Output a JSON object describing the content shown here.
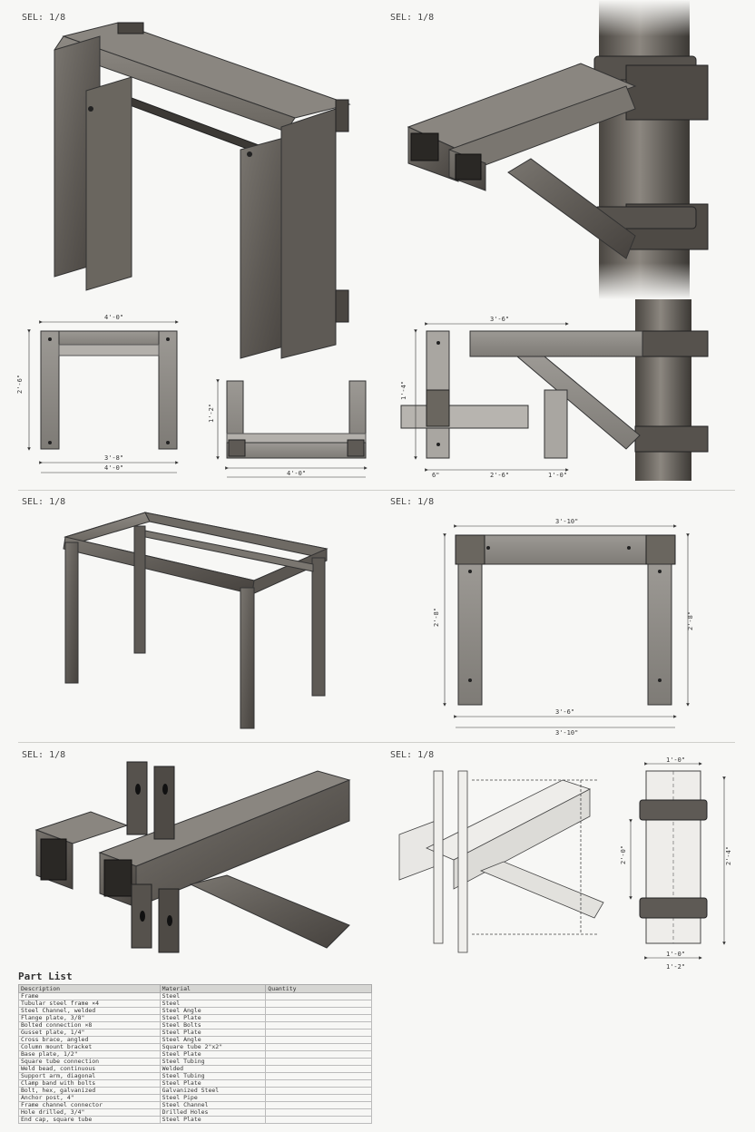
{
  "sheets": [
    {
      "id": "s1",
      "label": "SEL: 1/8"
    },
    {
      "id": "s2",
      "label": "SEL: 1/8"
    },
    {
      "id": "s3",
      "label": "SEL: 1/8"
    },
    {
      "id": "s4",
      "label": "SEL: 1/8"
    },
    {
      "id": "s5",
      "label": "SEL: 1/8"
    },
    {
      "id": "s6",
      "label": "SEL: 1/8"
    }
  ],
  "dims": {
    "s1_top": "4'-0\"",
    "s1_left": "2'-6\"",
    "s1_bottom_a": "3'-8\"",
    "s1_bottom_b": "4'-0\"",
    "s1_side_h": "1'-2\"",
    "s1_side_bottom": "4'-0\"",
    "s2_top": "3'-6\"",
    "s2_left": "1'-4\"",
    "s2_bottom_a": "6\"",
    "s2_bottom_b": "2'-6\"",
    "s2_bottom_c": "1'-0\"",
    "s4_top": "3'-10\"",
    "s4_left": "2'-8\"",
    "s4_right": "2'-8\"",
    "s4_bottom_a": "3'-6\"",
    "s4_bottom_b": "3'-10\"",
    "s6_top": "1'-0\"",
    "s6_left": "2'-0\"",
    "s6_right": "2'-4\"",
    "s6_bottom_a": "1'-0\"",
    "s6_bottom_b": "1'-2\""
  },
  "parts_list": {
    "title": "Part List",
    "headers": [
      "Description",
      "Material",
      "Quantity"
    ],
    "rows": [
      [
        "Frame",
        "Steel"
      ],
      [
        "Tubular steel frame ×4",
        "Steel"
      ],
      [
        "Steel Channel, welded",
        "Steel Angle"
      ],
      [
        "Flange plate, 3/8\"",
        "Steel Plate"
      ],
      [
        "Bolted connection ×8",
        "Steel Bolts"
      ],
      [
        "Gusset plate, 1/4\"",
        "Steel Plate"
      ],
      [
        "Cross brace, angled",
        "Steel Angle"
      ],
      [
        "Column mount bracket",
        "Square tube 2\"x2\""
      ],
      [
        "Base plate, 1/2\"",
        "Steel Plate"
      ],
      [
        "Square tube connection",
        "Steel Tubing"
      ],
      [
        "Weld bead, continuous",
        "Welded"
      ],
      [
        "Support arm, diagonal",
        "Steel Tubing"
      ],
      [
        "Clamp band with bolts",
        "Steel Plate"
      ],
      [
        "Bolt, hex, galvanized",
        "Galvanized Steel"
      ],
      [
        "Anchor post, 4\"",
        "Steel Pipe"
      ],
      [
        "Frame channel connector",
        "Steel Channel"
      ],
      [
        "Hole drilled, 3/4\"",
        "Drilled Holes"
      ],
      [
        "End cap, square tube",
        "Steel Plate"
      ]
    ]
  }
}
